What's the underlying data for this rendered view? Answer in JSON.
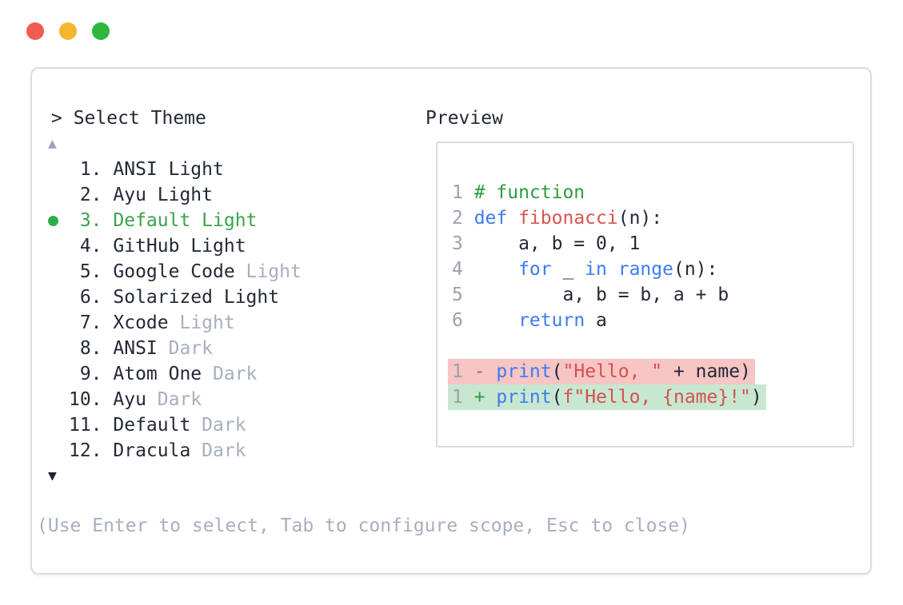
{
  "window": {
    "controls": [
      {
        "name": "close",
        "color": "#f15b53"
      },
      {
        "name": "minimize",
        "color": "#f5b52e"
      },
      {
        "name": "zoom",
        "color": "#2db83d"
      }
    ]
  },
  "picker": {
    "prompt": "> Select Theme",
    "scroll_up_glyph": "▲",
    "scroll_down_glyph": "▼",
    "items": [
      {
        "number": "1.",
        "name": "ANSI",
        "variant": "Light",
        "dim_variant": false,
        "selected": false
      },
      {
        "number": "2.",
        "name": "Ayu",
        "variant": "Light",
        "dim_variant": false,
        "selected": false
      },
      {
        "number": "3.",
        "name": "Default",
        "variant": "Light",
        "dim_variant": false,
        "selected": true
      },
      {
        "number": "4.",
        "name": "GitHub",
        "variant": "Light",
        "dim_variant": false,
        "selected": false
      },
      {
        "number": "5.",
        "name": "Google Code",
        "variant": "Light",
        "dim_variant": true,
        "selected": false
      },
      {
        "number": "6.",
        "name": "Solarized",
        "variant": "Light",
        "dim_variant": false,
        "selected": false
      },
      {
        "number": "7.",
        "name": "Xcode",
        "variant": "Light",
        "dim_variant": true,
        "selected": false
      },
      {
        "number": "8.",
        "name": "ANSI",
        "variant": "Dark",
        "dim_variant": true,
        "selected": false
      },
      {
        "number": "9.",
        "name": "Atom One",
        "variant": "Dark",
        "dim_variant": true,
        "selected": false
      },
      {
        "number": "10.",
        "name": "Ayu",
        "variant": "Dark",
        "dim_variant": true,
        "selected": false
      },
      {
        "number": "11.",
        "name": "Default",
        "variant": "Dark",
        "dim_variant": true,
        "selected": false
      },
      {
        "number": "12.",
        "name": "Dracula",
        "variant": "Dark",
        "dim_variant": true,
        "selected": false
      }
    ],
    "help_text": "(Use Enter to select, Tab to configure scope, Esc to close)"
  },
  "preview": {
    "label": "Preview",
    "code_lines": [
      {
        "number": "1",
        "tokens": [
          {
            "text": "# function",
            "type": "comment"
          }
        ]
      },
      {
        "number": "2",
        "tokens": [
          {
            "text": "def",
            "type": "keyword"
          },
          {
            "text": " ",
            "type": "plain"
          },
          {
            "text": "fibonacci",
            "type": "function"
          },
          {
            "text": "(n):",
            "type": "plain"
          }
        ]
      },
      {
        "number": "3",
        "tokens": [
          {
            "text": "    a, b = 0, 1",
            "type": "plain"
          }
        ]
      },
      {
        "number": "4",
        "tokens": [
          {
            "text": "    ",
            "type": "plain"
          },
          {
            "text": "for",
            "type": "keyword"
          },
          {
            "text": " _ ",
            "type": "plain"
          },
          {
            "text": "in",
            "type": "keyword"
          },
          {
            "text": " ",
            "type": "plain"
          },
          {
            "text": "range",
            "type": "keyword"
          },
          {
            "text": "(n):",
            "type": "plain"
          }
        ]
      },
      {
        "number": "5",
        "tokens": [
          {
            "text": "        a, b = b, a + b",
            "type": "plain"
          }
        ]
      },
      {
        "number": "6",
        "tokens": [
          {
            "text": "    ",
            "type": "plain"
          },
          {
            "text": "return",
            "type": "keyword"
          },
          {
            "text": " a",
            "type": "plain"
          }
        ]
      }
    ],
    "diff_lines": [
      {
        "number": "1",
        "sign": "-",
        "kind": "removed",
        "tokens": [
          {
            "text": "print",
            "type": "keyword"
          },
          {
            "text": "(",
            "type": "plain"
          },
          {
            "text": "\"Hello, \"",
            "type": "string"
          },
          {
            "text": " + name)",
            "type": "plain"
          }
        ]
      },
      {
        "number": "1",
        "sign": "+",
        "kind": "added",
        "tokens": [
          {
            "text": "print",
            "type": "keyword"
          },
          {
            "text": "(",
            "type": "plain"
          },
          {
            "text": "f\"Hello, {name}!\"",
            "type": "string"
          },
          {
            "text": ")",
            "type": "plain"
          }
        ]
      }
    ]
  },
  "colors": {
    "text_dark": "#232936",
    "text_dim": "#a7afbf",
    "selected_green": "#3aa34c",
    "selected_dot": "#2eae49",
    "border": "#d8dce5",
    "syntax_keyword_blue": "#3d7cf0",
    "syntax_function_red": "#d9534f",
    "syntax_string_red": "#d5514e",
    "syntax_comment_green": "#2d9c40",
    "line_number_gray": "#9ba1ad",
    "diff_removed_bg": "#f6c5c4",
    "diff_added_bg": "#c8e7d1"
  }
}
